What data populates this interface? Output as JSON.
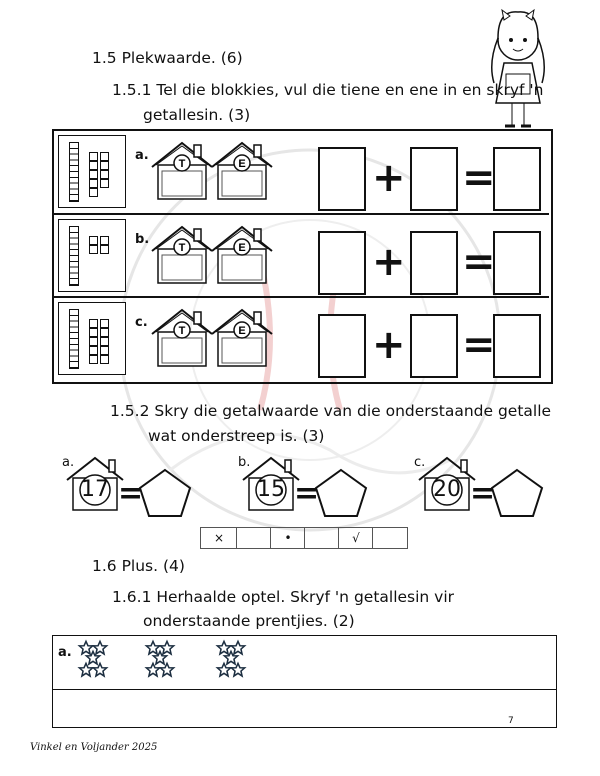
{
  "header": {
    "section_title": "1.5 Plekwaarde. (6)",
    "instruction_1_line1": "1.5.1 Tel die blokkies, vul die tiene en ene in en skryf 'n",
    "instruction_1_line2": "getallesin. (3)"
  },
  "blocks_exercise": {
    "rows": [
      {
        "label": "a.",
        "tens": 1,
        "ones": 9
      },
      {
        "label": "b.",
        "tens": 1,
        "ones": 4
      },
      {
        "label": "c.",
        "tens": 1,
        "ones": 10
      }
    ],
    "house_letters": [
      "T",
      "E"
    ],
    "plus_sign": "+",
    "equals_sign": "="
  },
  "digit_value": {
    "instruction_line1": "1.5.2 Skry die getalwaarde van die onderstaande getalle",
    "instruction_line2": "wat onderstreep is. (3)",
    "items": [
      {
        "label": "a.",
        "number": "17"
      },
      {
        "label": "b.",
        "number": "15"
      },
      {
        "label": "c.",
        "number": "20"
      }
    ],
    "equals_sign": "="
  },
  "score_boxes": [
    "×",
    "",
    "•",
    "",
    "√",
    ""
  ],
  "addition": {
    "section_title": "1.6 Plus. (4)",
    "instruction_line1": "1.6.1 Herhaalde optel. Skryf 'n getallesin vir",
    "instruction_line2": "onderstaande prentjies. (2)",
    "row_label": "a.",
    "star_groups": 3,
    "stars_per_group": 5
  },
  "footer": {
    "page_number": "7",
    "credit": "Vinkel en Voljander 2025"
  }
}
